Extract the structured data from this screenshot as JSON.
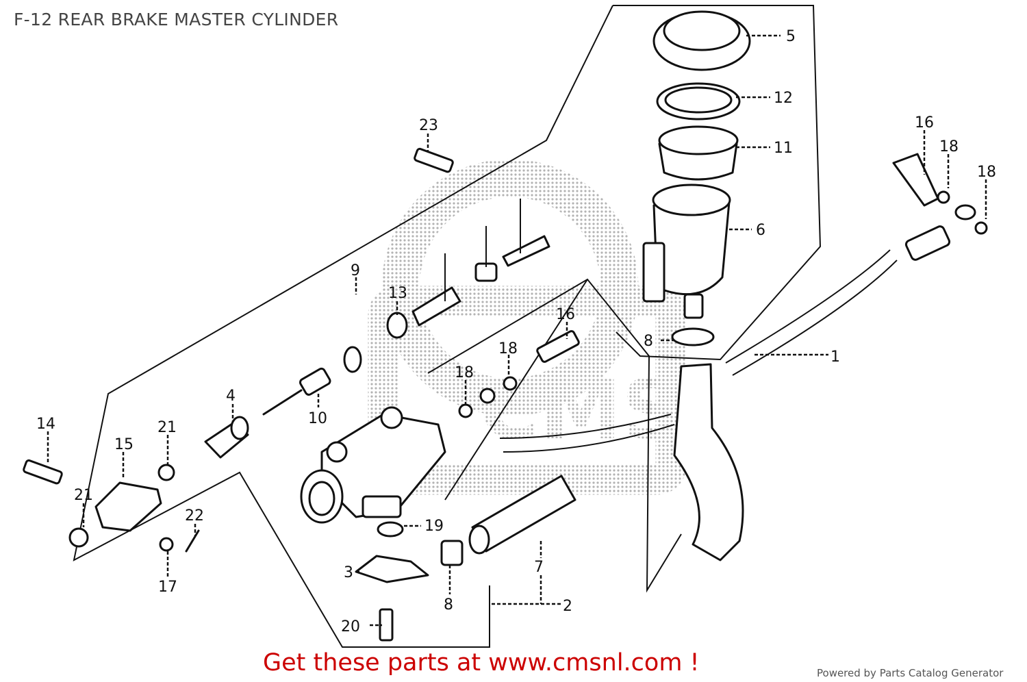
{
  "title": "F-12 REAR BRAKE MASTER CYLINDER",
  "callouts": [
    "1",
    "2",
    "3",
    "4",
    "5",
    "6",
    "7",
    "8",
    "8",
    "9",
    "10",
    "11",
    "12",
    "13",
    "14",
    "15",
    "16",
    "16",
    "17",
    "18",
    "18",
    "18",
    "19",
    "20",
    "21",
    "21",
    "22",
    "23"
  ],
  "footer": {
    "cta": "Get these parts at www.cmsnl.com !",
    "powered_by": "Powered by Parts Catalog Generator"
  },
  "watermark": "CMS"
}
